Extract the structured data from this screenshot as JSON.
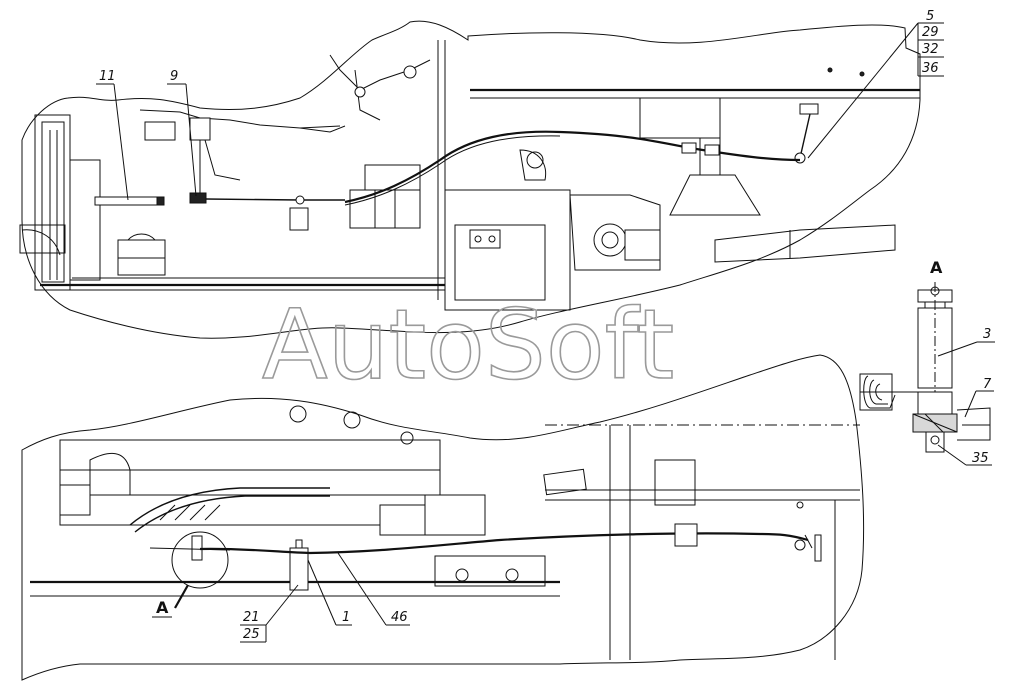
{
  "watermark": "AutoSoft",
  "view_label": "A",
  "callouts": {
    "c5": "5",
    "c29": "29",
    "c32": "32",
    "c36": "36",
    "c11": "11",
    "c9": "9",
    "c3": "3",
    "c7": "7",
    "c35": "35",
    "c21": "21",
    "c25": "25",
    "c1": "1",
    "c46": "46"
  }
}
